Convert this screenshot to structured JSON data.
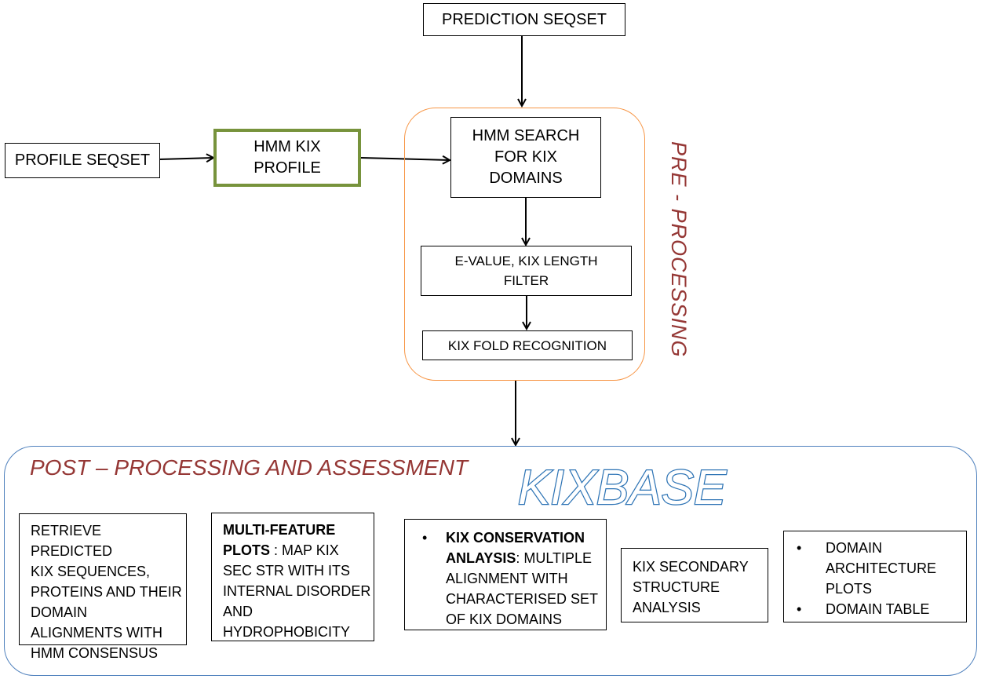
{
  "nodes": {
    "prediction_seqset": "PREDICTION SEQSET",
    "profile_seqset": "PROFILE SEQSET",
    "hmm_kix_profile": [
      "HMM KIX",
      "PROFILE"
    ],
    "hmm_search": [
      "HMM SEARCH",
      "FOR KIX",
      "DOMAINS"
    ],
    "evalue_filter": [
      "E-VALUE, KIX LENGTH",
      "FILTER"
    ],
    "kix_fold_recognition": "KIX FOLD RECOGNITION"
  },
  "pre_processing_label": "PRE - PROCESSING",
  "post": {
    "title": "POST – PROCESSING AND ASSESSMENT",
    "kixbase": "KIXBASE",
    "box1": [
      "RETRIEVE PREDICTED",
      "KIX SEQUENCES,",
      "PROTEINS AND THEIR",
      "DOMAIN",
      "ALIGNMENTS WITH",
      "HMM CONSENSUS"
    ],
    "box2": {
      "bold1": "MULTI-FEATURE",
      "bold2": "PLOTS",
      "line2_rest": " : MAP KIX",
      "rest": [
        "SEC STR WITH ITS",
        "INTERNAL DISORDER",
        "AND",
        "HYDROPHOBICITY"
      ]
    },
    "box3": {
      "bold1": "KIX CONSERVATION",
      "bold2": "ANLAYSIS",
      "line2_rest": ": MULTIPLE",
      "rest": [
        "ALIGNMENT WITH",
        "CHARACTERISED SET",
        "OF KIX DOMAINS"
      ]
    },
    "box4": [
      "KIX SECONDARY",
      "STRUCTURE",
      "ANALYSIS"
    ],
    "box5": {
      "item1": [
        "DOMAIN",
        "ARCHITECTURE",
        "PLOTS"
      ],
      "item2": "DOMAIN TABLE"
    }
  },
  "colors": {
    "profile_border": "#77933c",
    "pre_border": "#f79646",
    "post_border": "#4f81bd",
    "maroon": "#953735",
    "kixbase_stroke": "#2e74b5"
  }
}
